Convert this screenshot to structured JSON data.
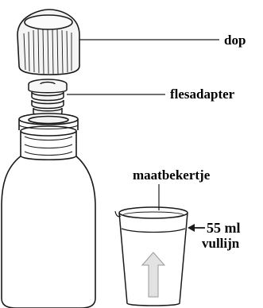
{
  "labels": {
    "cap": "dop",
    "adapter": "flesadapter",
    "cup": "maatbekertje",
    "fill_volume": "55 ml",
    "fill_line": "vullijn"
  },
  "colors": {
    "outline": "#1a1a1a",
    "cap_fill": "#f4f4f4",
    "arrow_fill": "#e2e2e2",
    "arrow_stroke": "#9a9a9a"
  }
}
